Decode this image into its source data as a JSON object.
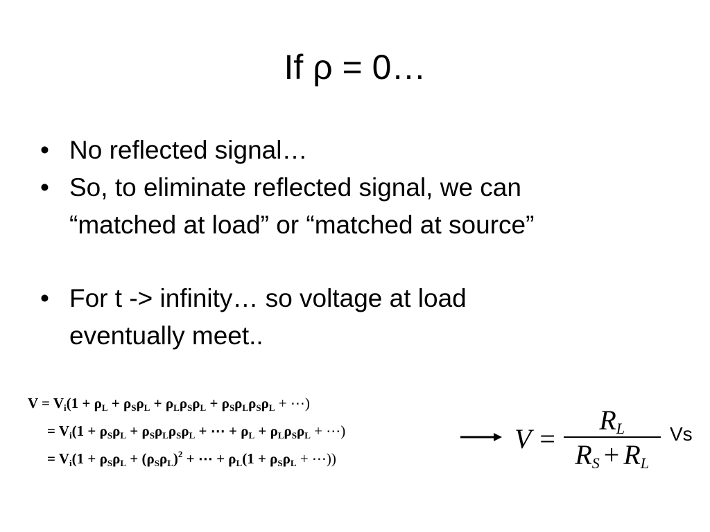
{
  "slide": {
    "title": "If ρ = 0…",
    "bullets": [
      {
        "line1": "No reflected signal…"
      },
      {
        "line1": "So, to eliminate reflected signal, we can",
        "line2": "“matched at load” or “matched at source”"
      },
      {
        "line1": "For t -> infinity… so voltage at load",
        "line2": "eventually meet.."
      }
    ],
    "bullet_marker": "•",
    "equations": {
      "line1": {
        "lead": "V = V",
        "lead_sub": "i",
        "open": "(1 + ρ",
        "s1": "L",
        "t2": " + ρ",
        "s2": "S",
        "t3": "ρ",
        "s3": "L",
        "t4": " + ρ",
        "s4": "L",
        "t5": "ρ",
        "s5": "S",
        "t6": "ρ",
        "s6": "L",
        "t7": " + ρ",
        "s7": "S",
        "t8": "ρ",
        "s8": "L",
        "t9": "ρ",
        "s9": "S",
        "t10": "ρ",
        "s10": "L",
        "tail": " + ⋯)"
      },
      "line2": {
        "lead": "= V",
        "lead_sub": "i",
        "open": "(1 + ρ",
        "s1": "S",
        "t2": "ρ",
        "s2": "L",
        "t3": " + ρ",
        "s3": "S",
        "t4": "ρ",
        "s4": "L",
        "t5": "ρ",
        "s5": "S",
        "t6": "ρ",
        "s6": "L",
        "t7": " + ⋯ + ρ",
        "s7": "L",
        "t8": " + ρ",
        "s8": "L",
        "t9": "ρ",
        "s9": "S",
        "t10": "ρ",
        "s10": "L",
        "tail": " + ⋯)"
      },
      "line3": {
        "lead": "= V",
        "lead_sub": "i",
        "open": "(1 + ρ",
        "s1": "S",
        "t2": "ρ",
        "s2": "L",
        "t3": " + (ρ",
        "s3": "S",
        "t4": "ρ",
        "s4": "L",
        "sup": "2",
        "t5": ")",
        "t6": " + ⋯ + ρ",
        "s6": "L",
        "t7": "(1 + ρ",
        "s7": "S",
        "t8": "ρ",
        "s8": "L",
        "tail": " + ⋯))"
      }
    },
    "formula": {
      "lhs": "V =",
      "num": "R",
      "num_sub": "L",
      "den_a": "R",
      "den_a_sub": "S",
      "plus": "+",
      "den_b": "R",
      "den_b_sub": "L"
    },
    "vs_label": "Vs"
  }
}
